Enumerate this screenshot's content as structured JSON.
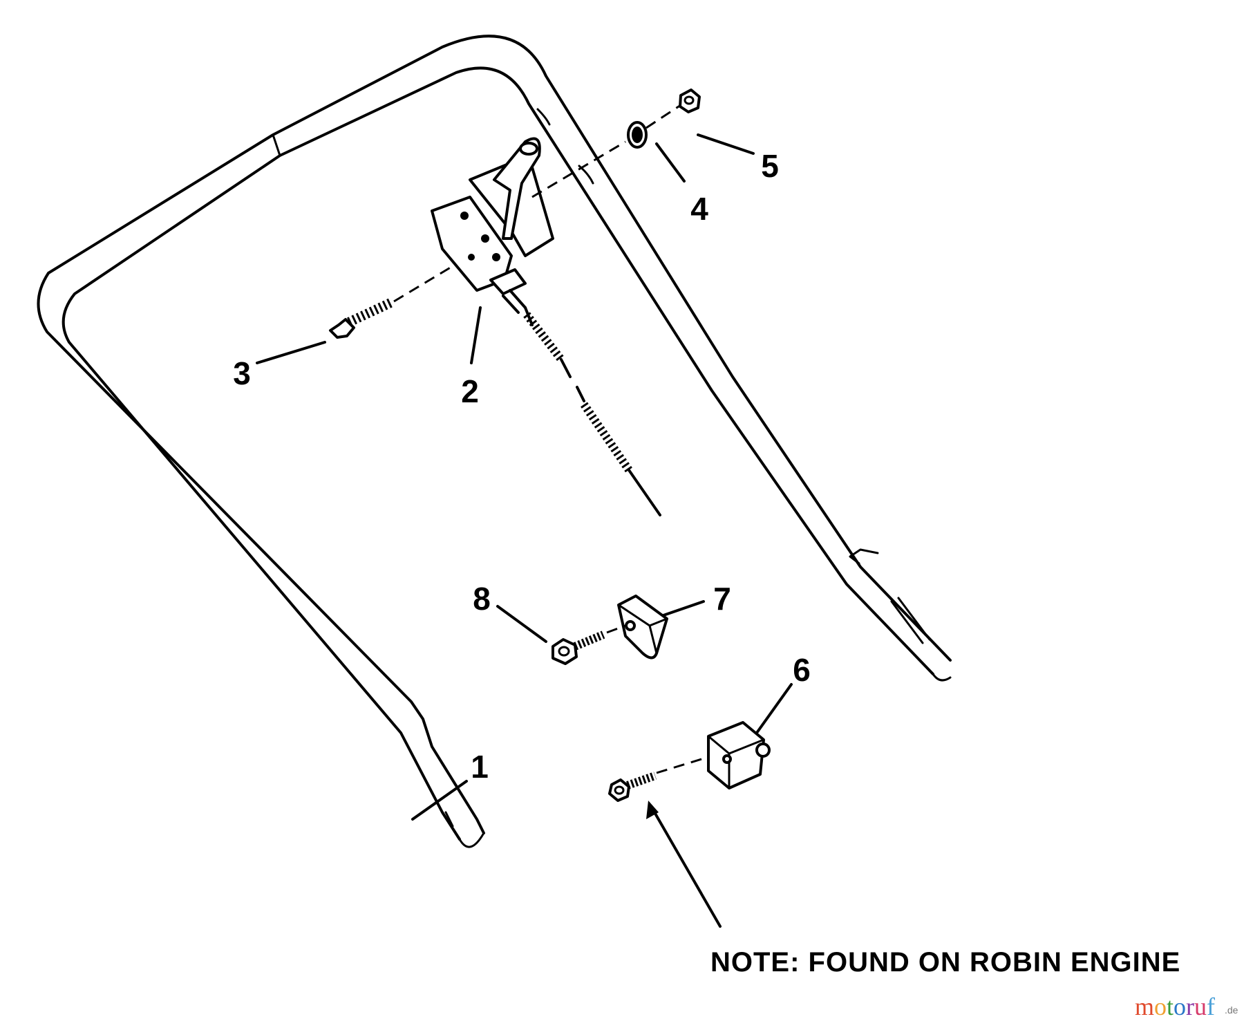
{
  "diagram": {
    "callouts": [
      "1",
      "2",
      "3",
      "4",
      "5",
      "6",
      "7",
      "8"
    ],
    "note": "NOTE: FOUND ON ROBIN ENGINE",
    "watermark": {
      "letters": [
        "m",
        "o",
        "t",
        "o",
        "r",
        "u",
        "f"
      ],
      "suffix": ".de",
      "colors": [
        "#e04a2c",
        "#f0a030",
        "#3a9c3a",
        "#2a78c8",
        "#8a3aa8",
        "#d63a6a",
        "#4aa0d8"
      ]
    }
  }
}
